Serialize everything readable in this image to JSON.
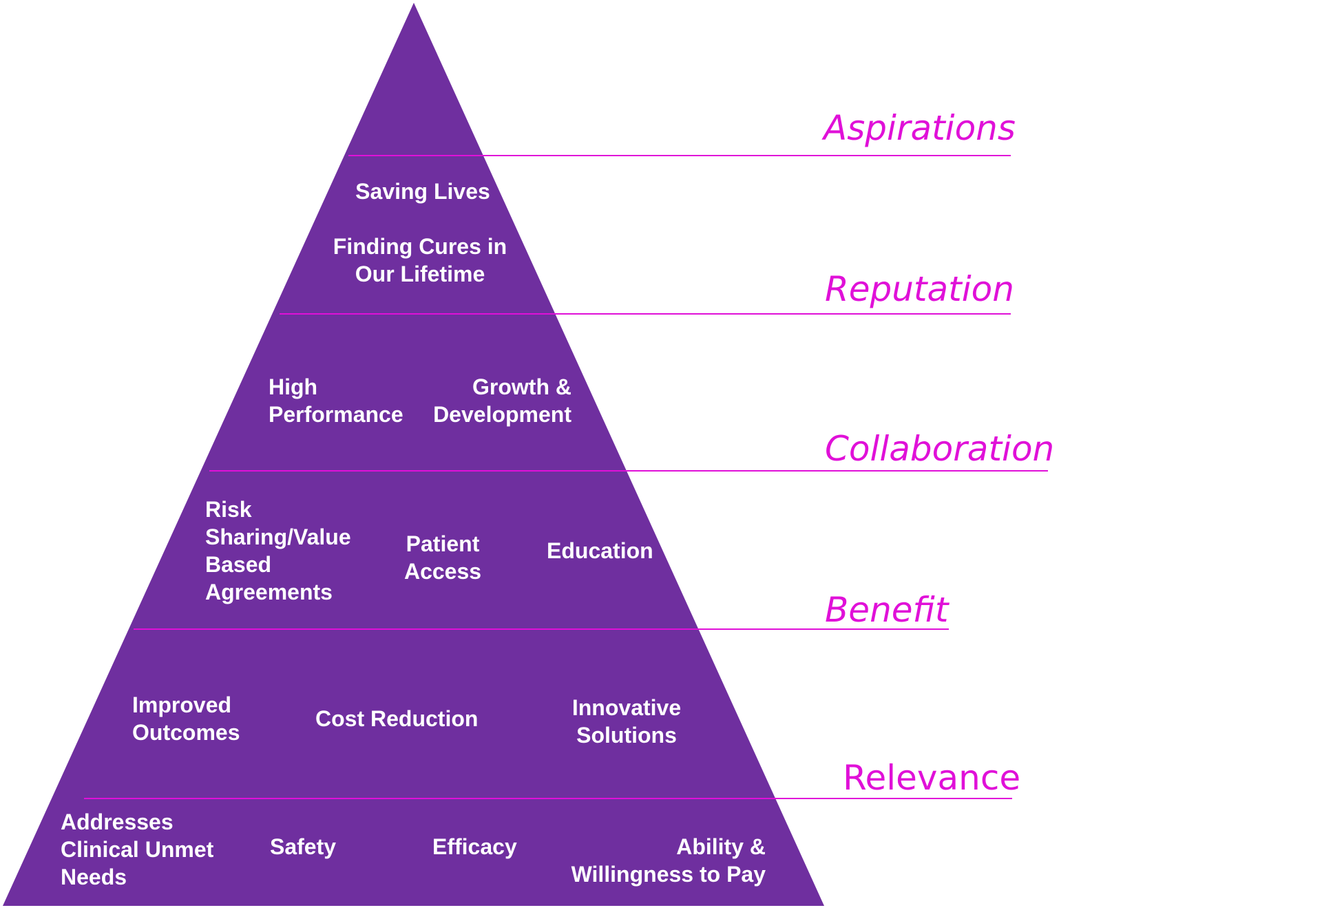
{
  "colors": {
    "pyramid_fill": "#6f2f9f",
    "divider_line": "#e010d8",
    "label_text": "#e010d8",
    "item_text": "#ffffff"
  },
  "tiers": {
    "aspirations": {
      "label": "Aspirations",
      "items": [
        "Saving Lives",
        "Finding Cures in\nOur Lifetime"
      ]
    },
    "reputation": {
      "label": "Reputation",
      "items": [
        "High\nPerformance",
        "Growth &\nDevelopment"
      ]
    },
    "collaboration": {
      "label": "Collaboration",
      "items": [
        "Risk\nSharing/Value\nBased\nAgreements",
        "Patient\nAccess",
        "Education"
      ]
    },
    "benefit": {
      "label": "Benefit",
      "items": [
        "Improved\nOutcomes",
        "Cost Reduction",
        "Innovative\nSolutions"
      ]
    },
    "relevance": {
      "label": "Relevance",
      "items": [
        "Addresses\nClinical Unmet\nNeeds",
        "Safety",
        "Efficacy",
        "Ability &\nWillingness to Pay"
      ]
    }
  }
}
